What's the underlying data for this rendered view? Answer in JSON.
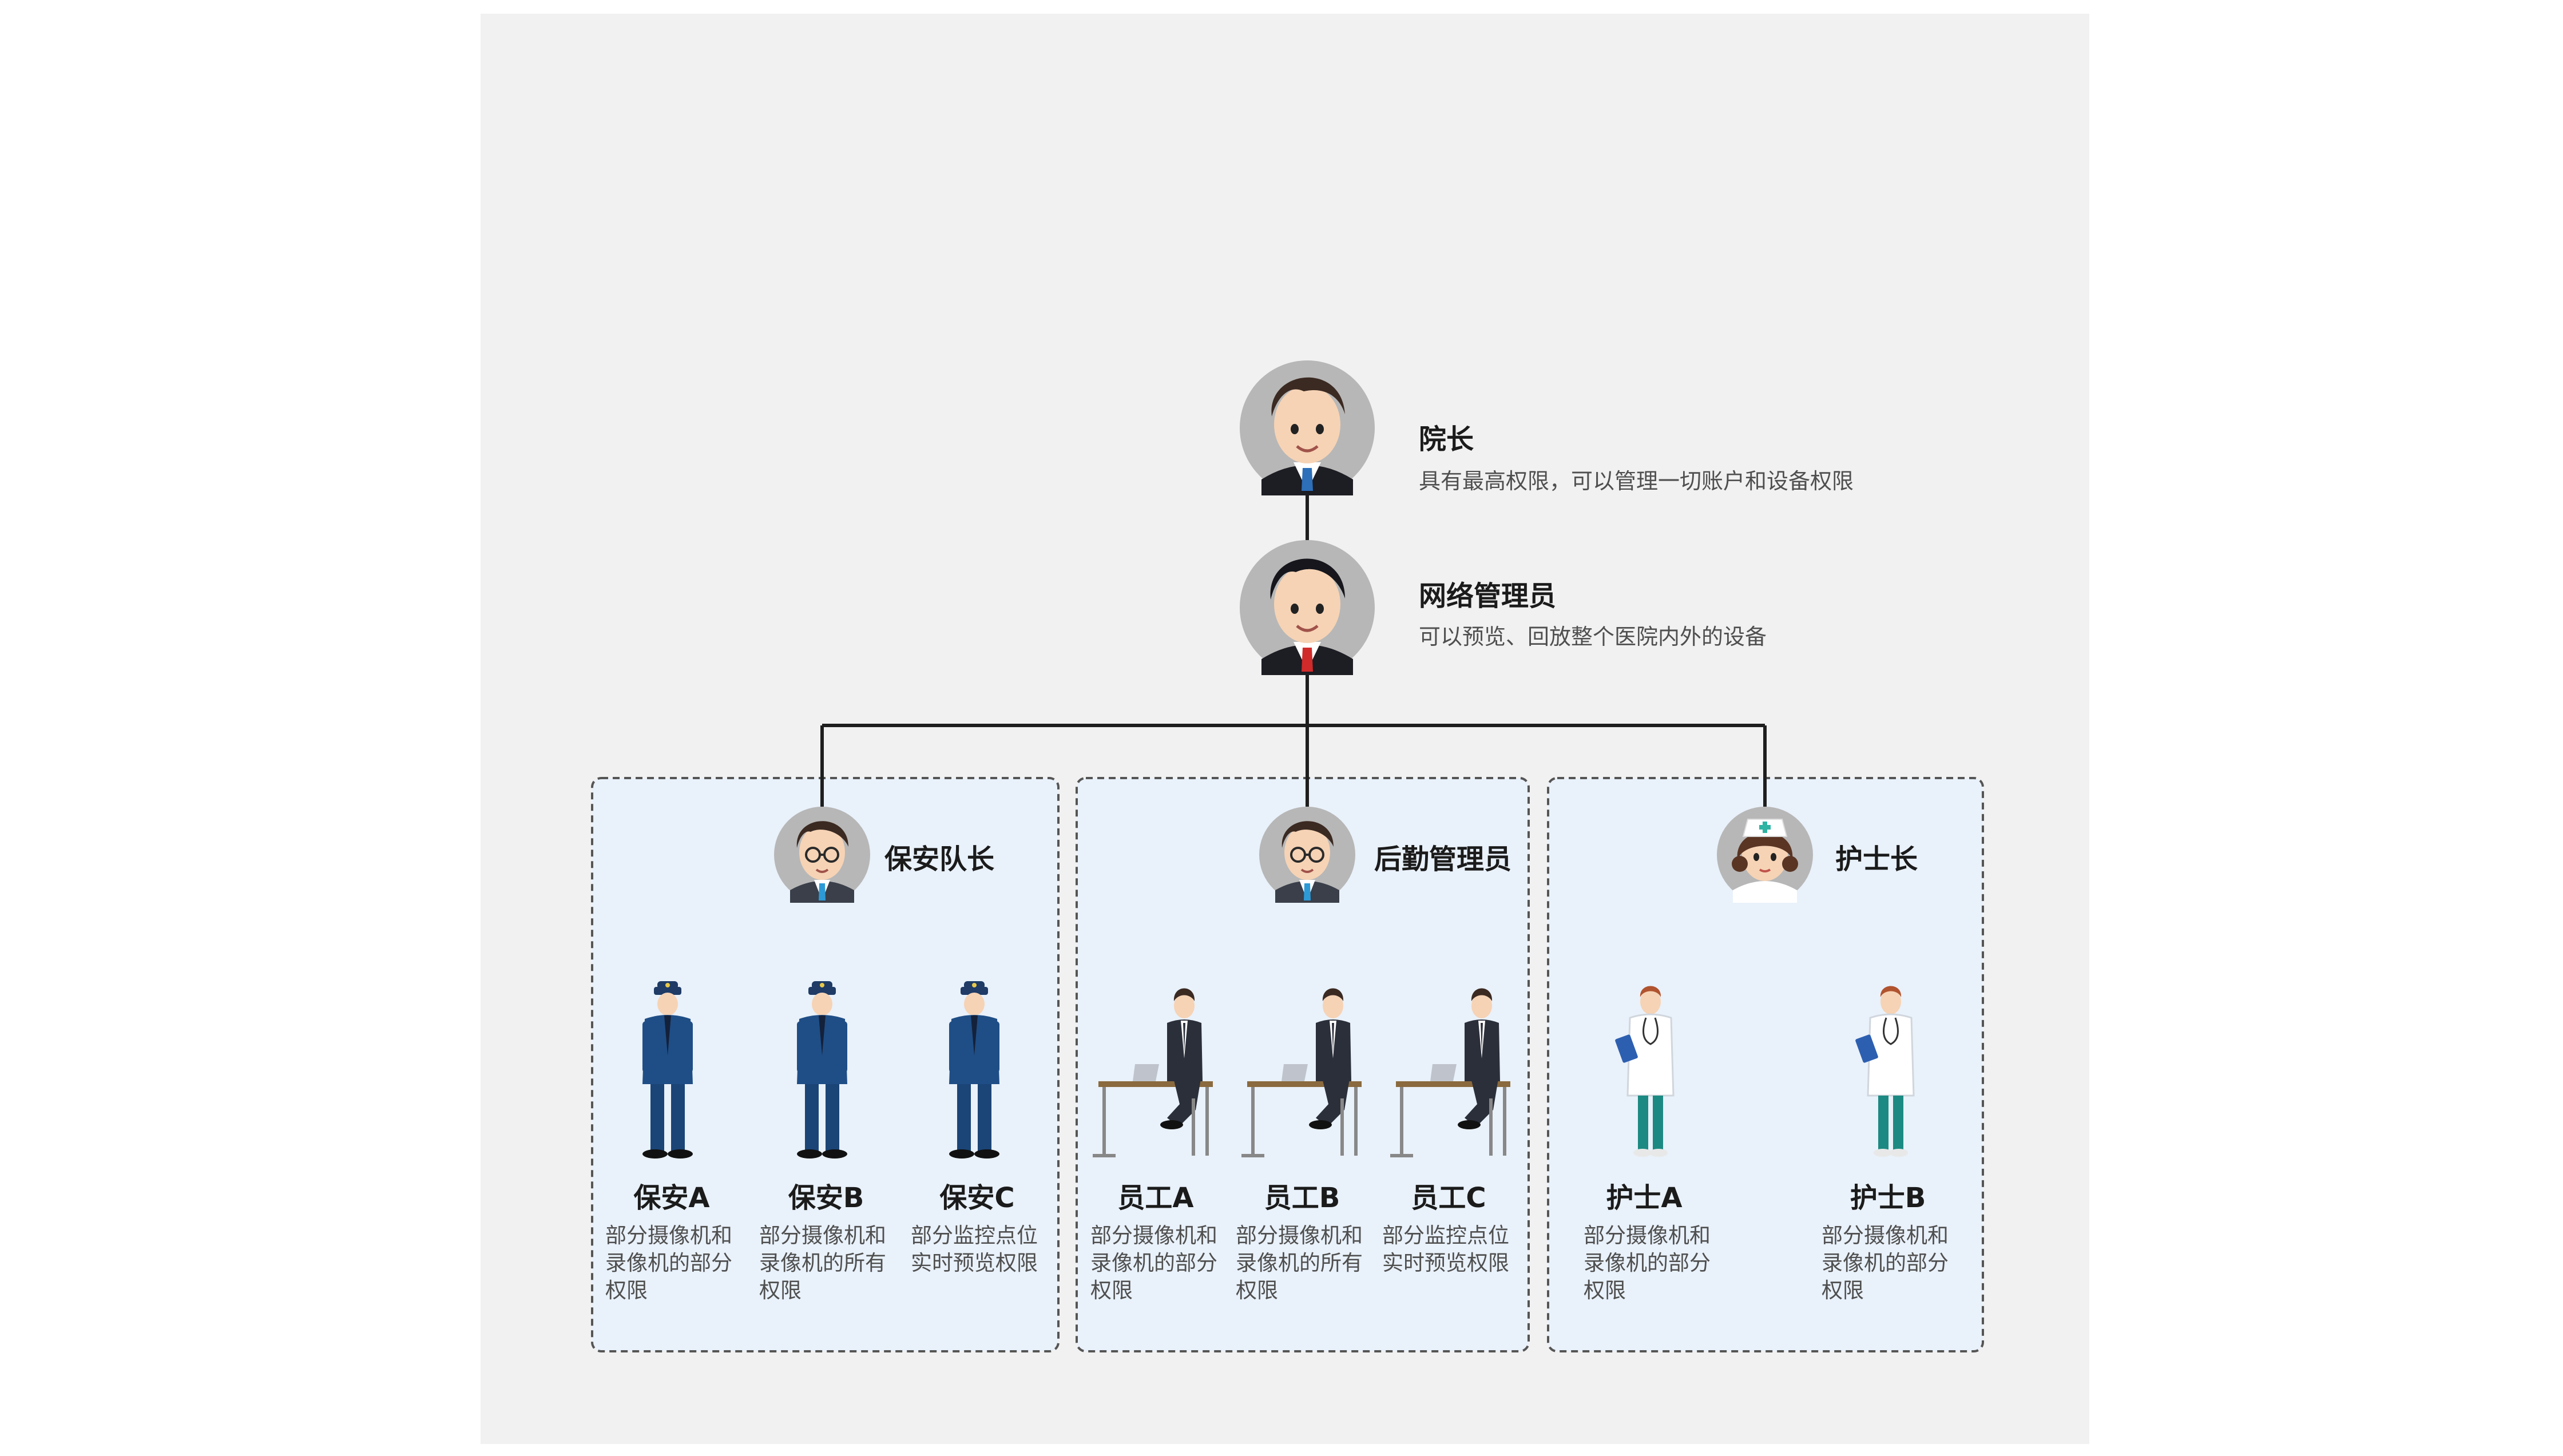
{
  "colors": {
    "panel": "#f1f1f1",
    "group_fill": "#e9f1fa",
    "group_border": "#555555",
    "line": "#1e1e1e",
    "guard_uniform": "#1f4e86",
    "suit": "#2b2f3a",
    "nurse_pants": "#1c8a82"
  },
  "top": [
    {
      "title": "院长",
      "desc": "具有最高权限，可以管理一切账户和设备权限",
      "icon": "director-avatar-icon"
    },
    {
      "title": "网络管理员",
      "desc": "可以预览、回放整个医院内外的设备",
      "icon": "network-admin-avatar-icon"
    }
  ],
  "groups": [
    {
      "leader": "保安队长",
      "leader_icon": "security-captain-avatar-icon",
      "member_icon": "security-guard-icon",
      "members": [
        {
          "label": "保安A",
          "desc": "部分摄像机和\n录像机的部分\n权限"
        },
        {
          "label": "保安B",
          "desc": "部分摄像机和\n录像机的所有\n权限"
        },
        {
          "label": "保安C",
          "desc": "部分监控点位\n实时预览权限"
        }
      ]
    },
    {
      "leader": "后勤管理员",
      "leader_icon": "logistics-admin-avatar-icon",
      "member_icon": "office-worker-icon",
      "members": [
        {
          "label": "员工A",
          "desc": "部分摄像机和\n录像机的部分\n权限"
        },
        {
          "label": "员工B",
          "desc": "部分摄像机和\n录像机的所有\n权限"
        },
        {
          "label": "员工C",
          "desc": "部分监控点位\n实时预览权限"
        }
      ]
    },
    {
      "leader": "护士长",
      "leader_icon": "head-nurse-avatar-icon",
      "member_icon": "nurse-icon",
      "members": [
        {
          "label": "护士A",
          "desc": "部分摄像机和\n录像机的部分\n权限"
        },
        {
          "label": "护士B",
          "desc": "部分摄像机和\n录像机的部分\n权限"
        }
      ]
    }
  ]
}
